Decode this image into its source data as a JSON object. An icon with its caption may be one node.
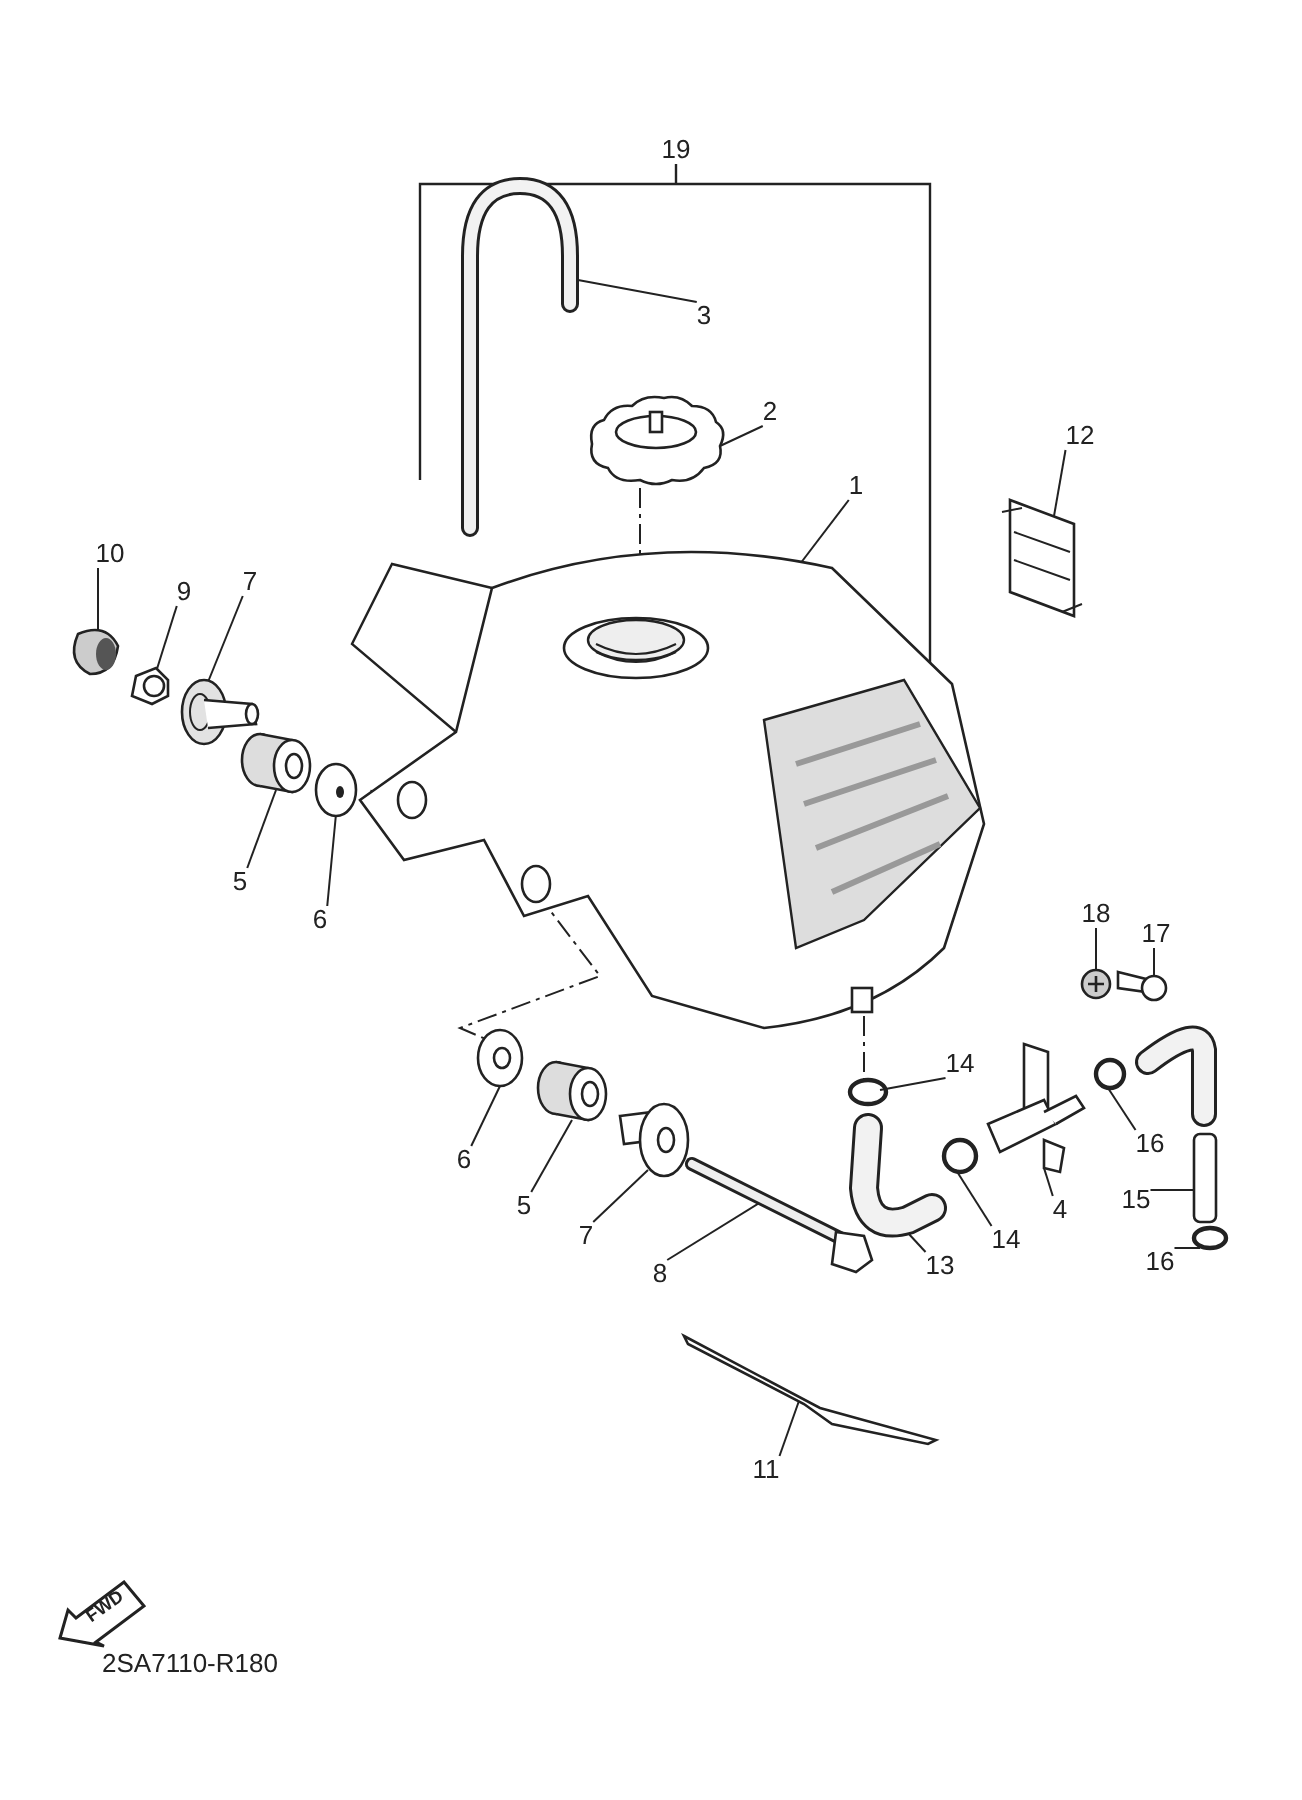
{
  "diagram": {
    "nodes": [
      {
        "text": [
          "3"
        ]
      },
      {
        "text": [],
        "shape": "picture"
      },
      {
        "text": [
          "2"
        ]
      },
      {
        "text": [],
        "shape": "picture"
      },
      {
        "text": [
          "1"
        ]
      },
      {
        "text": [],
        "shape": "picture"
      },
      {
        "text": [
          "12"
        ]
      },
      {
        "text": [],
        "shape": "picture"
      },
      {
        "text": [
          "10"
        ]
      },
      {
        "text": [],
        "shape": "picture"
      },
      {
        "text": [
          "9"
        ]
      },
      {
        "text": [],
        "shape": "picture"
      },
      {
        "text": [
          "7"
        ]
      },
      {
        "text": [],
        "shape": "picture"
      },
      {
        "text": [
          "5"
        ]
      },
      {
        "text": [],
        "shape": "picture"
      },
      {
        "text": [
          "6"
        ]
      },
      {
        "text": [],
        "shape": "picture"
      },
      {
        "text": [
          "18"
        ]
      },
      {
        "text": [],
        "shape": "picture"
      },
      {
        "text": [
          "17"
        ]
      },
      {
        "text": [],
        "shape": "picture"
      },
      {
        "text": [
          "14"
        ]
      },
      {
        "text": [],
        "shape": "circle"
      },
      {
        "text": [
          "16"
        ]
      },
      {
        "text": [],
        "shape": "circle"
      },
      {
        "text": [
          "4"
        ]
      },
      {
        "text": [],
        "shape": "picture"
      },
      {
        "text": [
          "15"
        ]
      },
      {
        "text": [],
        "shape": "picture"
      },
      {
        "text": [
          "6"
        ]
      },
      {
        "text": [],
        "shape": "picture"
      },
      {
        "text": [
          "5"
        ]
      },
      {
        "text": [],
        "shape": "picture"
      },
      {
        "text": [
          "7"
        ]
      },
      {
        "text": [],
        "shape": "picture"
      },
      {
        "text": [
          "8"
        ]
      },
      {
        "text": [],
        "shape": "picture"
      },
      {
        "text": [
          "13"
        ]
      },
      {
        "text": [],
        "shape": "picture"
      },
      {
        "text": [
          "14"
        ]
      },
      {
        "text": [],
        "shape": "circle"
      },
      {
        "text": [
          "16"
        ]
      },
      {
        "text": [],
        "shape": "circle"
      },
      {
        "text": [
          "11"
        ]
      },
      {
        "text": [],
        "shape": "picture"
      }
    ],
    "edges": [
      {
        "from": 0,
        "to": 1,
        "arrow": "none"
      },
      {
        "from": 2,
        "to": 3,
        "arrow": "none"
      },
      {
        "from": 4,
        "to": 5,
        "arrow": "none"
      },
      {
        "from": 6,
        "to": 7,
        "arrow": "none"
      },
      {
        "from": 8,
        "to": 9,
        "arrow": "none"
      },
      {
        "from": 10,
        "to": 11,
        "arrow": "none"
      },
      {
        "from": 12,
        "to": 13,
        "arrow": "none"
      },
      {
        "from": 14,
        "to": 15,
        "arrow": "none"
      },
      {
        "from": 16,
        "to": 17,
        "arrow": "none"
      },
      {
        "from": 18,
        "to": 19,
        "arrow": "none"
      },
      {
        "from": 20,
        "to": 21,
        "arrow": "none"
      },
      {
        "from": 22,
        "to": 23,
        "arrow": "none"
      },
      {
        "from": 24,
        "to": 25,
        "arrow": "none"
      },
      {
        "from": 26,
        "to": 27,
        "arrow": "none"
      },
      {
        "from": 28,
        "to": 29,
        "arrow": "none"
      },
      {
        "from": 30,
        "to": 31,
        "arrow": "none"
      },
      {
        "from": 32,
        "to": 33,
        "arrow": "none"
      },
      {
        "from": 34,
        "to": 35,
        "arrow": "none"
      },
      {
        "from": 36,
        "to": 37,
        "arrow": "none"
      },
      {
        "from": 38,
        "to": 39,
        "arrow": "none"
      },
      {
        "from": 40,
        "to": 41,
        "arrow": "none"
      },
      {
        "from": 42,
        "to": 43,
        "arrow": "none"
      },
      {
        "from": 44,
        "to": 45,
        "arrow": "none"
      },
      {
        "from": 3,
        "to": 5,
        "arrow": "none",
        "style": "dashed"
      },
      {
        "from": 5,
        "to": 17,
        "arrow": "none",
        "style": "dashed"
      },
      {
        "from": 5,
        "to": 31,
        "arrow": "none",
        "style": "dashed"
      },
      {
        "from": 5,
        "to": 23,
        "arrow": "none",
        "style": "dashed"
      }
    ],
    "labels": [
      "19",
      "FWD",
      "2SA7110-R180"
    ]
  }
}
